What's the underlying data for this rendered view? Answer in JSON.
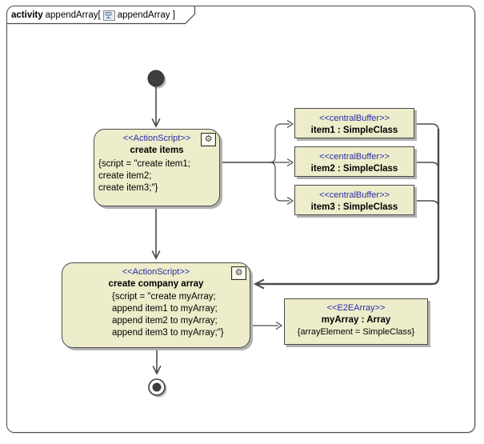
{
  "frame": {
    "keyword": "activity",
    "activity_name": "appendArray[",
    "diagram_name": "appendArray ]"
  },
  "icons": {
    "gear": "⚙"
  },
  "colors": {
    "node_fill": "#EDEDCB",
    "node_border": "#4A4A4A",
    "stereotype_text": "#2A2AA8",
    "edge": "#4A4A4A",
    "shadow": "#B1B1B1",
    "background": "#FFFFFF"
  },
  "nodes": {
    "create_items": {
      "stereotype": "<<ActionScript>>",
      "name": "create items",
      "body_lines": [
        "{script = \"create item1;",
        "create item2;",
        "create item3;\"}"
      ]
    },
    "create_company_array": {
      "stereotype": "<<ActionScript>>",
      "name": "create company array",
      "body_lines": [
        "{script = \"create myArray;",
        "append item1 to myArray;",
        "append item2 to myArray;",
        "append item3 to myArray;\"}"
      ]
    },
    "item1": {
      "stereotype": "<<centralBuffer>>",
      "name": "item1 : SimpleClass"
    },
    "item2": {
      "stereotype": "<<centralBuffer>>",
      "name": "item2 : SimpleClass"
    },
    "item3": {
      "stereotype": "<<centralBuffer>>",
      "name": "item3 : SimpleClass"
    },
    "myArray": {
      "stereotype": "<<E2EArray>>",
      "name": "myArray : Array",
      "constraint": "{arrayElement = SimpleClass}"
    }
  }
}
